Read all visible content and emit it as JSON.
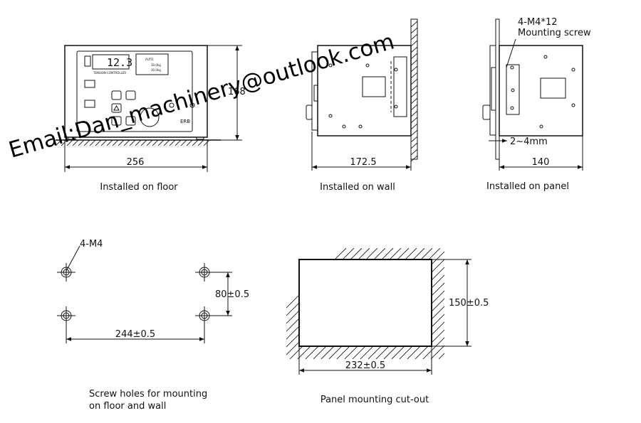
{
  "views": {
    "floor": {
      "caption": "Installed on floor",
      "width_dim": "256",
      "height_dim": "168",
      "panel": {
        "display_value": "12.3",
        "title": "TENSION CONTROLLER",
        "lcd_row1": "AUTO",
        "lcd_row2": "30.0kg",
        "lcd_row3": "30.0kg",
        "brand": "ERB"
      }
    },
    "wall": {
      "caption": "Installed on wall",
      "depth_dim": "172.5"
    },
    "panel": {
      "caption": "Installed on panel",
      "depth_dim": "140",
      "gap_dim": "2~4mm",
      "screw_line1": "4-M4*12",
      "screw_line2": "Mounting screw"
    }
  },
  "holes": {
    "caption_line1": "Screw holes for mounting",
    "caption_line2": "on floor and wall",
    "thread_label": "4-M4",
    "horizontal_dim": "244±0.5",
    "vertical_dim": "80±0.5"
  },
  "cutout": {
    "caption": "Panel mounting cut-out",
    "width_dim": "232±0.5",
    "height_dim": "150±0.5"
  },
  "watermark": {
    "text": "Email:Dan_machinery@outlook.com",
    "color": "#000000"
  }
}
